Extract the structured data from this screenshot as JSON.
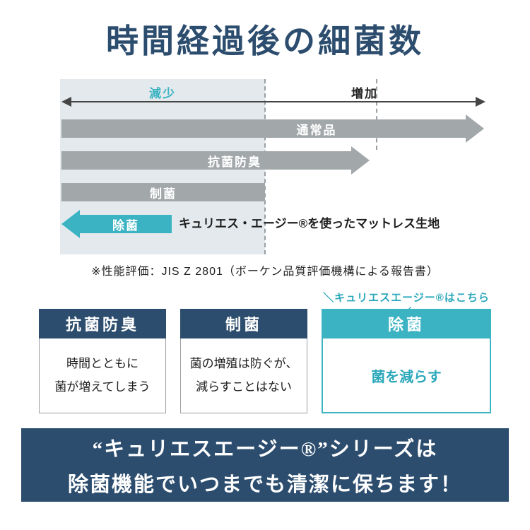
{
  "title": "時間経過後の細菌数",
  "chart": {
    "axis_left": "減少",
    "axis_right": "増加",
    "bars": [
      {
        "label": "通常品"
      },
      {
        "label": "抗菌防臭"
      },
      {
        "label": "制菌"
      },
      {
        "label": "除菌"
      }
    ],
    "annotation": "キュリエス・エージー®を使ったマットレス生地",
    "footnote": "※性能評価：JIS Z 2801（ボーケン品質評価機構による報告書）"
  },
  "chart_data": {
    "type": "diagram-arrows",
    "title": "時間経過後の細菌数",
    "axis": {
      "left": "減少",
      "right": "増加"
    },
    "series": [
      {
        "name": "通常品",
        "direction": "増加",
        "relative_length": 1.0
      },
      {
        "name": "抗菌防臭",
        "direction": "増加",
        "relative_length": 0.73
      },
      {
        "name": "制菌",
        "direction": "変化なし",
        "relative_length": 0.48
      },
      {
        "name": "除菌",
        "direction": "減少",
        "relative_length": 0.26,
        "note": "キュリエス・エージー®を使ったマットレス生地"
      }
    ]
  },
  "callout": "＼キュリエスエージー®はこちら／",
  "cards": [
    {
      "title": "抗菌防臭",
      "line1": "時間とともに",
      "line2": "菌が増えてしまう"
    },
    {
      "title": "制菌",
      "line1": "菌の増殖は防ぐが、",
      "line2": "減らすことはない"
    },
    {
      "title": "除菌",
      "line1": "菌を減らす"
    }
  ],
  "banner": {
    "line1": "“キュリエスエージー®”シリーズは",
    "line2": "除菌機能でいつまでも清潔に保ちます！"
  },
  "colors": {
    "navy": "#2c4d6e",
    "teal": "#3cb3c3",
    "gray": "#a2a7aa",
    "shade": "#e3e9ec"
  }
}
